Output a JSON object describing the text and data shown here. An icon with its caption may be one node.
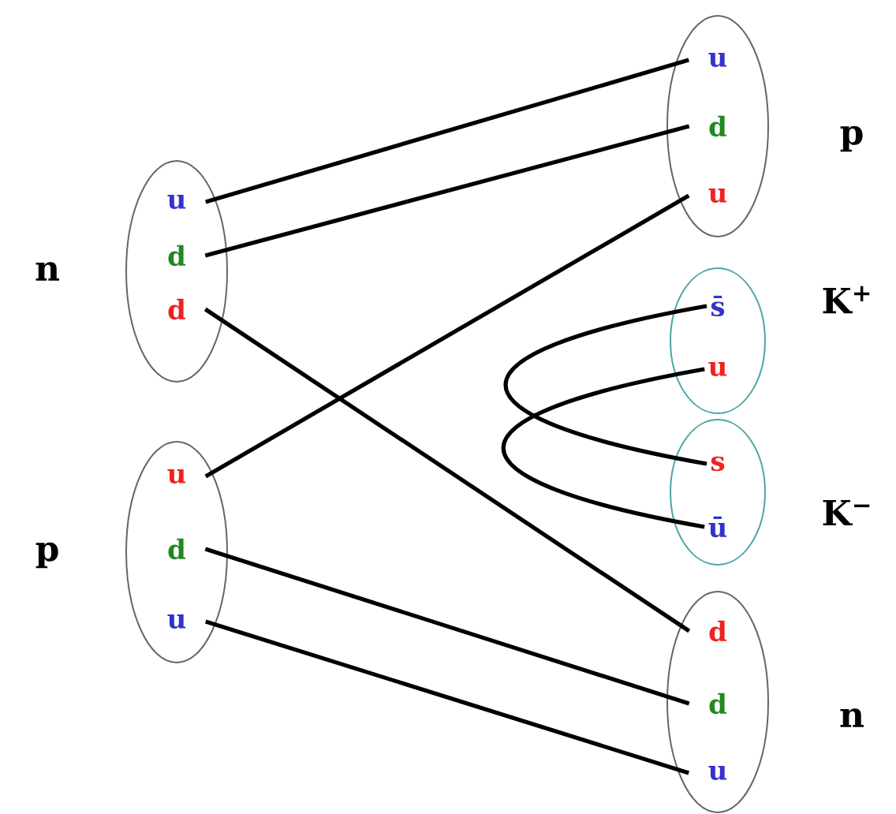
{
  "diagram": {
    "nodes": [
      {
        "text": [],
        "shape": "ellipse",
        "beside": [
          "n"
        ]
      },
      {
        "text": [
          "u"
        ],
        "in": 0
      },
      {
        "text": [
          "d"
        ],
        "in": 0
      },
      {
        "text": [
          "d"
        ],
        "in": 0
      },
      {
        "text": [],
        "shape": "ellipse",
        "beside": [
          "p"
        ]
      },
      {
        "text": [
          "u"
        ],
        "in": 4
      },
      {
        "text": [
          "d"
        ],
        "in": 4
      },
      {
        "text": [
          "u"
        ],
        "in": 4
      },
      {
        "text": [],
        "shape": "ellipse",
        "beside": [
          "p"
        ]
      },
      {
        "text": [
          "u"
        ],
        "in": 8
      },
      {
        "text": [
          "d"
        ],
        "in": 8
      },
      {
        "text": [
          "u"
        ],
        "in": 8
      },
      {
        "text": [],
        "shape": "ellipse",
        "beside": [
          "K$^{+}$"
        ]
      },
      {
        "text": [
          "s̄"
        ],
        "in": 12
      },
      {
        "text": [
          "u"
        ],
        "in": 12
      },
      {
        "text": [],
        "shape": "ellipse",
        "beside": [
          "K$^{−}$"
        ]
      },
      {
        "text": [
          "s"
        ],
        "in": 15
      },
      {
        "text": [
          "ū"
        ],
        "in": 15
      },
      {
        "text": [],
        "shape": "ellipse",
        "beside": [
          "n"
        ]
      },
      {
        "text": [
          "d"
        ],
        "in": 18
      },
      {
        "text": [
          "d"
        ],
        "in": 18
      },
      {
        "text": [
          "u"
        ],
        "in": 18
      }
    ],
    "edges": [
      {
        "from": 1,
        "to": 9,
        "arrow": "none"
      },
      {
        "from": 2,
        "to": 10,
        "arrow": "none"
      },
      {
        "from": 3,
        "to": 19,
        "arrow": "none"
      },
      {
        "from": 5,
        "to": 11,
        "arrow": "none"
      },
      {
        "from": 6,
        "to": 20,
        "arrow": "none"
      },
      {
        "from": 7,
        "to": 21,
        "arrow": "none"
      },
      {
        "from": 13,
        "to": 16,
        "arrow": "none"
      },
      {
        "from": 14,
        "to": 17,
        "arrow": "none"
      }
    ]
  }
}
